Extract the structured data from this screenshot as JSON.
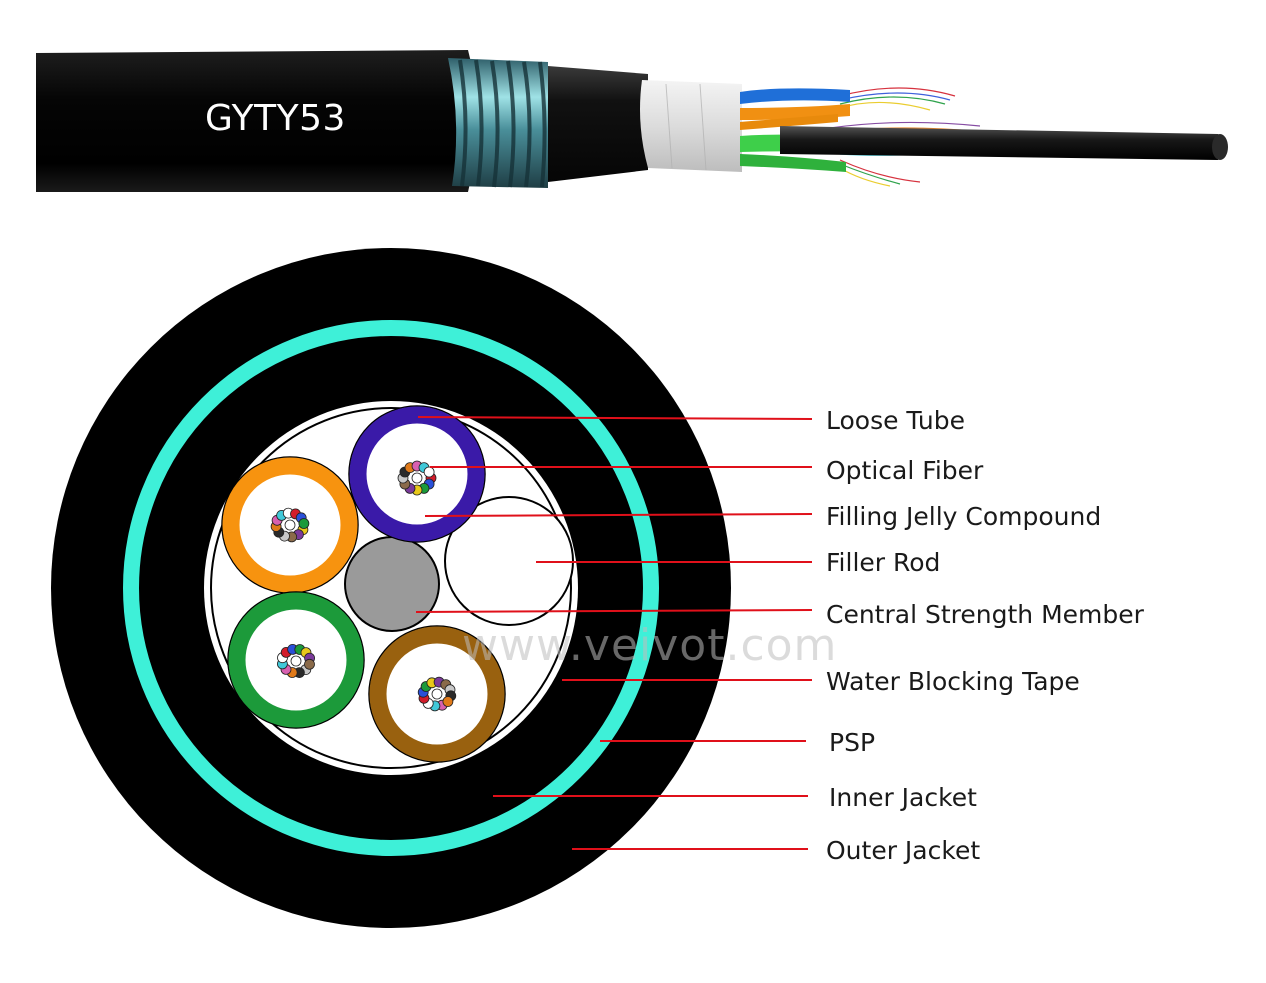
{
  "product": {
    "model": "GYTY53"
  },
  "watermark": "www.veivot.com",
  "labels": [
    "Loose Tube",
    "Optical Fiber",
    "Filling Jelly Compound",
    "Filler Rod",
    "Central Strength Member",
    "Water Blocking Tape",
    "PSP",
    "Inner Jacket",
    "Outer Jacket"
  ],
  "colors": {
    "jacket": "#000000",
    "psp": "#3ef0d8",
    "callout_line": "#e0101a",
    "loose_tubes": [
      "#3a1aa8",
      "#f7930f",
      "#1c9a3a",
      "#99610f"
    ],
    "strength_member": "#9a9a9a",
    "fibers": [
      "#d21c2a",
      "#2a50d8",
      "#1a9a3a",
      "#e8c81a",
      "#7a3a9a",
      "#8a6a4a",
      "#c8c8c8",
      "#2a2a2a",
      "#e07a1a",
      "#d860b0",
      "#40c8d8",
      "#ffffff"
    ]
  },
  "icons": [
    "cable-photo-icon",
    "cross-section-icon"
  ]
}
